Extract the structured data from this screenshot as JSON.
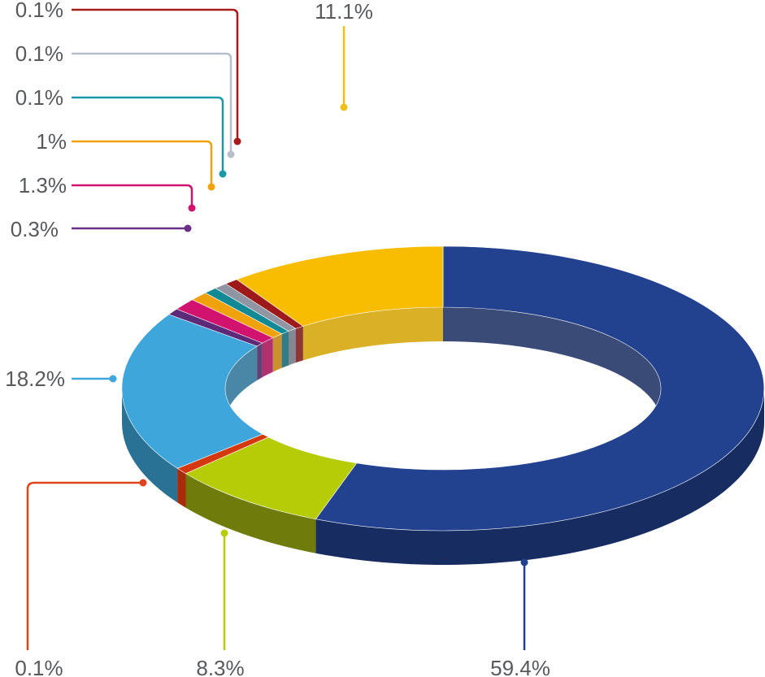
{
  "chart_data": {
    "type": "pie",
    "variant": "3d-donut",
    "title": "",
    "labels": [
      "59.4%",
      "8.3%",
      "0.1%",
      "18.2%",
      "0.3%",
      "1.3%",
      "1%",
      "0.1%",
      "0.1%",
      "0.1%",
      "11.1%"
    ],
    "values": [
      59.4,
      8.3,
      0.1,
      18.2,
      0.3,
      1.3,
      1.0,
      0.1,
      0.1,
      0.1,
      11.1
    ],
    "colors": {
      "top": [
        "#22418f",
        "#b5cc06",
        "#d4380f",
        "#3ea6db",
        "#5c2a78",
        "#d1126f",
        "#f0a20d",
        "#128a96",
        "#8f95a3",
        "#9e1a1a",
        "#f9bd00"
      ],
      "side": [
        "#172c60",
        "#6f7c0b",
        "#a82b0b",
        "#2a7196",
        "#46205c",
        "#a30d56",
        "#c07f09",
        "#0d6670",
        "#6e7380",
        "#7a1414",
        "#d4a200"
      ],
      "line": [
        "#22418f",
        "#b5cc06",
        "#e0441f",
        "#3ea6db",
        "#6a2f86",
        "#d1126f",
        "#f0a20d",
        "#1a9aa8",
        "#b7bfcc",
        "#a61c1c",
        "#f0c01a"
      ]
    },
    "legend": "none"
  }
}
